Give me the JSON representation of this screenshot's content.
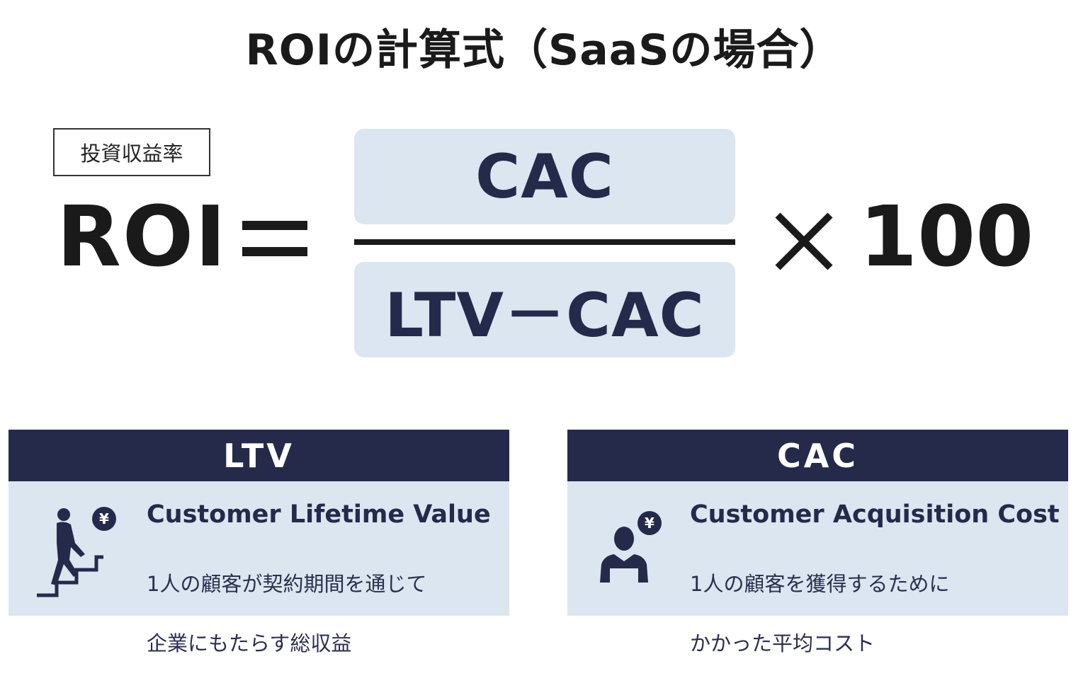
{
  "title": "ROIの計算式（SaaSの場合）",
  "formula": {
    "bubble": "投資収益率",
    "lhs": "ROI",
    "numerator": "CAC",
    "denominator": "LTV－CAC",
    "multiplier": "100"
  },
  "cards": [
    {
      "heading": "LTV",
      "title": "Customer Lifetime Value",
      "desc_line1": "1人の顧客が契約期間を通じて",
      "desc_line2": "企業にもたらす総収益",
      "icon": "person-climbing-stairs-icon",
      "badge": "¥"
    },
    {
      "heading": "CAC",
      "title": "Customer Acquisition Cost",
      "desc_line1": "1人の顧客を獲得するために",
      "desc_line2": "かかった平均コスト",
      "icon": "person-bust-icon",
      "badge": "¥"
    }
  ],
  "colors": {
    "navy": "#252a4a",
    "light_blue": "#dce6f1",
    "text": "#1a1a1a"
  }
}
